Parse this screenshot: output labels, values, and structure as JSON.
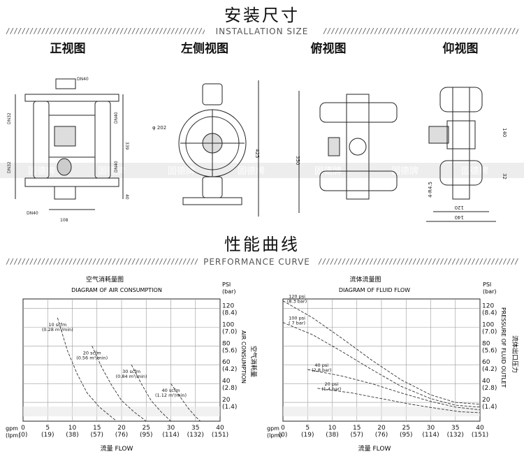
{
  "install": {
    "title_cn": "安装尺寸",
    "title_en": "INSTALLATION SIZE",
    "views": [
      "正视图",
      "左侧视图",
      "俯视图",
      "仰视图"
    ],
    "dims": {
      "front": {
        "dn40_top": "DN40",
        "dn32_a": "DN32",
        "dn40_a": "DN40",
        "dn32_b": "DN32",
        "dn40_b": "DN40",
        "d339": "339",
        "d40": "40",
        "dn40_bottom": "DN40",
        "d108": "108"
      },
      "side": {
        "phi": "φ 202",
        "d425": "425"
      },
      "top": {
        "d350": "350"
      },
      "bottom": {
        "d140": "140",
        "d32": "32",
        "d120": "120",
        "d140b": "140",
        "hole": "4-R4.5"
      }
    },
    "watermark": "固德牌"
  },
  "performance": {
    "title_cn": "性能曲线",
    "title_en": "PERFORMANCE CURVE"
  },
  "chart_data": [
    {
      "type": "line",
      "title_cn": "空气消耗量图",
      "title": "DIAGRAM OF AIR CONSUMPTION",
      "xlabel": "流量 FLOW",
      "x_gpm": [
        "0",
        "5",
        "10",
        "15",
        "20",
        "25",
        "30",
        "35",
        "40"
      ],
      "x_lpm": [
        "(0)",
        "(19)",
        "(38)",
        "(57)",
        "(76)",
        "(95)",
        "(114)",
        "(132)",
        "(151)"
      ],
      "x_row_labels": [
        "gpm",
        "(lpm)"
      ],
      "xlim": [
        0,
        40
      ],
      "y_unit": [
        "PSI",
        "(bar)"
      ],
      "y_psi": [
        "120",
        "100",
        "80",
        "60",
        "40",
        "20"
      ],
      "y_bar": [
        "(8.4)",
        "(7.0)",
        "(5.6)",
        "(4.2)",
        "(2.8)",
        "(1.4)"
      ],
      "ylim": [
        0,
        130
      ],
      "ylabel_cn": "空气消耗量",
      "ylabel_en": "AIR CONSUMPTION",
      "series": [
        {
          "name": "10 scfm",
          "sub": "(0.28 m³/min)",
          "x": [
            7,
            9,
            11,
            13,
            15.5,
            19
          ],
          "y": [
            110,
            75,
            50,
            30,
            15,
            0
          ]
        },
        {
          "name": "20 scfm",
          "sub": "(0.56 m³/min)",
          "x": [
            14,
            16,
            18,
            20,
            22.5,
            25
          ],
          "y": [
            80,
            57,
            38,
            22,
            10,
            0
          ]
        },
        {
          "name": "30 scfm",
          "sub": "(0.84 m³/min)",
          "x": [
            22,
            24,
            26,
            28,
            30
          ],
          "y": [
            60,
            40,
            22,
            10,
            0
          ]
        },
        {
          "name": "40 scfm",
          "sub": "(1.12 m³/min)",
          "x": [
            30,
            32,
            33.5,
            35,
            36
          ],
          "y": [
            40,
            25,
            14,
            5,
            0
          ]
        }
      ],
      "grid": true
    },
    {
      "type": "line",
      "title_cn": "流体流量图",
      "title": "DIAGRAM OF FLUID FLOW",
      "xlabel": "流量 FLOW",
      "x_gpm": [
        "0",
        "5",
        "10",
        "15",
        "20",
        "25",
        "30",
        "35",
        "40"
      ],
      "x_lpm": [
        "(0)",
        "(19)",
        "(38)",
        "(57)",
        "(76)",
        "(95)",
        "(114)",
        "(132)",
        "(151)"
      ],
      "x_row_labels": [
        "gpm",
        "(lpm)"
      ],
      "xlim": [
        0,
        40
      ],
      "y_unit": [
        "PSI",
        "(bar)"
      ],
      "y_psi": [
        "120",
        "100",
        "80",
        "60",
        "40",
        "20"
      ],
      "y_bar": [
        "(8.4)",
        "(7.0)",
        "(5.6)",
        "(4.2)",
        "(2.8)",
        "(1.4)"
      ],
      "ylim": [
        0,
        130
      ],
      "ylabel_cn": "流体出口压力",
      "ylabel_en": "PRESSURE OF FLUID OUTLET",
      "series": [
        {
          "name": "120 psi",
          "sub": "(8.3 bar)",
          "x": [
            0,
            6,
            12,
            18,
            24,
            30,
            35,
            40
          ],
          "y": [
            128,
            110,
            88,
            65,
            44,
            28,
            20,
            18
          ]
        },
        {
          "name": "100 psi",
          "sub": "( 7 bar)",
          "x": [
            0,
            6,
            12,
            18,
            24,
            30,
            35,
            40
          ],
          "y": [
            105,
            92,
            74,
            55,
            37,
            24,
            17,
            15
          ]
        },
        {
          "name": "40 psi",
          "sub": "(2.8 bar)",
          "x": [
            5,
            12,
            18,
            24,
            30,
            35,
            40
          ],
          "y": [
            55,
            48,
            40,
            30,
            21,
            15,
            12
          ]
        },
        {
          "name": "20 psi",
          "sub": "(1.4 bar)",
          "x": [
            7,
            14,
            20,
            26,
            32,
            36,
            40
          ],
          "y": [
            35,
            30,
            24,
            18,
            13,
            10,
            9
          ]
        }
      ],
      "grid": true
    }
  ]
}
